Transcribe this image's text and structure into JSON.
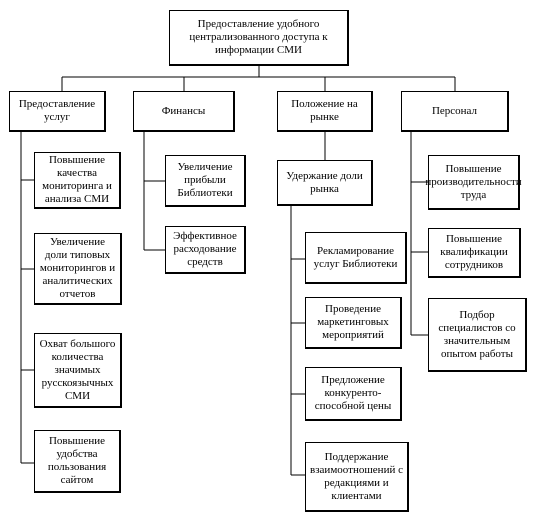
{
  "root": "Предоставление удобного централизованного доступа к информации СМИ",
  "categories": [
    {
      "label": "Предоставление услуг",
      "children": [
        "Повышение качества мониторинга и анализа СМИ",
        "Увеличение доли типовых мониторингов и аналитических отчетов",
        "Охват большого количества значимых русскоязычных СМИ",
        "Повышение удобства пользования сайтом"
      ]
    },
    {
      "label": "Финансы",
      "children": [
        "Увеличение прибыли Библиотеки",
        "Эффективное расходование средств"
      ]
    },
    {
      "label": "Положение на рынке",
      "sub": {
        "label": "Удержание доли рынка",
        "children": [
          "Рекламирование услуг Библиотеки",
          "Проведение маркетинговых мероприятий",
          "Предложение конкуренто-способной цены",
          "Поддержание взаимоотношений с редакциями и клиентами"
        ]
      }
    },
    {
      "label": "Персонал",
      "children": [
        "Повышение производительности труда",
        "Повышение квалификации сотрудников",
        "Подбор специалистов со значительным опытом работы"
      ]
    }
  ]
}
